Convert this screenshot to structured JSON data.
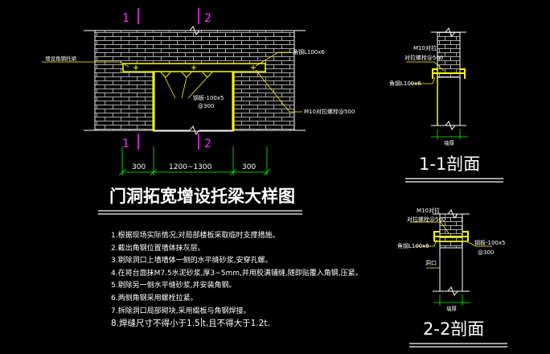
{
  "section_markers": {
    "one": "1",
    "two": "2"
  },
  "main_view": {
    "left_callout": "增设角钢托梁",
    "top_angle": "角钢L100x6",
    "plate": "钢板-100x5",
    "plate_spacing": "@300",
    "bolt": "M10对拉螺栓@500",
    "dims": [
      "300",
      "1200~1300",
      "300"
    ]
  },
  "title": "门洞拓宽增设托梁大样图",
  "notes": [
    "1.根据现场实际情况,对局部楼板采取临时支撑措施。",
    "2.截出角钢位置墙体抹灰层。",
    "3.剔除洞口上墙墙体一侧的水平缝砂浆,安穿孔螺。",
    "4.在将台面抹M7.5水泥砂浆,厚3~5mm,并用胶满铺缝,随即贴覆入角钢,压紧。",
    "5.剔除另一侧水平缝砂浆,并安装角钢。",
    "6.两侧角钢采用螺栓拉紧。",
    "7.拆除洞口局部砌块,采用缀板与角钢焊接。",
    "8.焊缝尺寸不得小于1.5",
    "t,且不得大于1.2t."
  ],
  "section_1": {
    "bolt_a": "M10对拉",
    "bolt_b": "对拉螺栓@500",
    "angle": "角钢L100x6",
    "wall": "墙厚",
    "title": "1-1剖面"
  },
  "section_2": {
    "bolt_a": "M10对拉",
    "bolt_b": "对拉螺栓@500",
    "angle": "角钢L100x6",
    "plate": "钢板-100x5",
    "plate_spacing": "@300",
    "opening": "洞口",
    "wall": "墙厚",
    "title": "2-2剖面"
  },
  "colors": {
    "background": "#000000",
    "line": "#ffffff",
    "steel": "#ffff00",
    "marker": "#ff33ff",
    "dimension": "#00ff00"
  }
}
